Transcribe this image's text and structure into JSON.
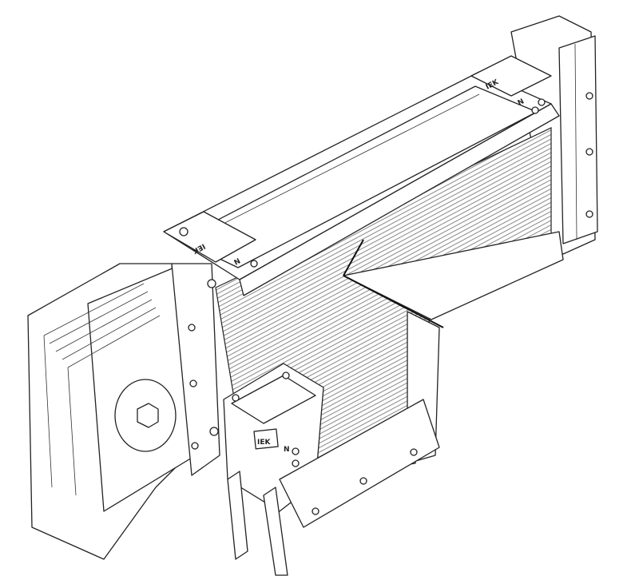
{
  "figure": {
    "subject": "busbar trunking tee section (isometric technical drawing)",
    "markings": {
      "brand_top_right": "IEK",
      "brand_top_left": "IEK",
      "brand_bottom": "IEK",
      "neutral_mark_top_right": "N",
      "neutral_mark_top_left": "N",
      "neutral_mark_bottom": "N"
    },
    "colors": {
      "line": "#222222",
      "background": "#ffffff"
    }
  }
}
